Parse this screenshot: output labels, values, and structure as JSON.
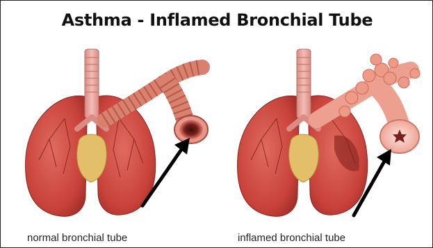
{
  "title": "Asthma - Inflamed Bronchial Tube",
  "panels": [
    {
      "caption": "normal bronchial tube",
      "state": "normal"
    },
    {
      "caption": "inflamed bronchial tube",
      "state": "inflamed"
    }
  ],
  "colors": {
    "lung": "#c8423a",
    "lung_dark": "#9a2a26",
    "trachea": "#e8a29b",
    "heart": "#e2bf68",
    "airway_pink": "#f3b8aa",
    "arrow": "#000000"
  }
}
